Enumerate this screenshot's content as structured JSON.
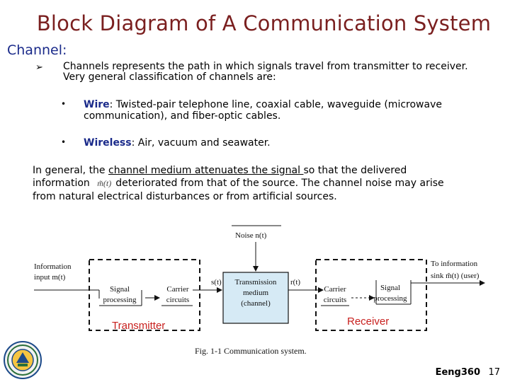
{
  "slide": {
    "title": "Block Diagram of A Communication System",
    "heading": "Channel:",
    "intro_line1": "Channels represents the path in which signals travel from transmitter to receiver.",
    "intro_line2": "Very general classification of channels are:",
    "bullets": [
      {
        "term": "Wire",
        "line1": ": Twisted-pair telephone line, coaxial cable, waveguide (microwave",
        "line2": "communication), and fiber-optic cables."
      },
      {
        "term": "Wireless",
        "line1": ": Air, vacuum and seawater.",
        "line2": ""
      }
    ],
    "para_line1_a": "In general, the ",
    "para_line1_b": "channel medium attenuates the signal ",
    "para_line1_c": "so that the delivered",
    "para_line2_a": "information ",
    "para_line2_b": "deteriorated from that of the source. The channel noise may arise",
    "para_line3": "from natural electrical disturbances or from artificial sources."
  },
  "diagram": {
    "noise": "Noise n(t)",
    "input_line1": "Information",
    "input_line2": "input m(t)",
    "signal_processing_tx_1": "Signal",
    "signal_processing_tx_2": "processing",
    "carrier_tx_1": "Carrier",
    "carrier_tx_2": "circuits",
    "s_t": "s(t)",
    "channel_1": "Transmission",
    "channel_2": "medium",
    "channel_3": "(channel)",
    "r_t": "r(t)",
    "carrier_rx_1": "Carrier",
    "carrier_rx_2": "circuits",
    "signal_processing_rx_1": "Signal",
    "signal_processing_rx_2": "processing",
    "output_line1": "To information",
    "output_line2": "sink m̃(t)  (user)",
    "transmitter_label": "Transmitter",
    "receiver_label": "Receiver",
    "caption": "Fig. 1-1  Communication system.",
    "m_tilde": "m̃(t)"
  },
  "footer": {
    "course": "Eeng360",
    "page": "17"
  },
  "colors": {
    "title": "#7a1f1f",
    "heading": "#1a2a8a",
    "channel_fill": "#d6eaf5",
    "label_red": "#c8201e"
  }
}
